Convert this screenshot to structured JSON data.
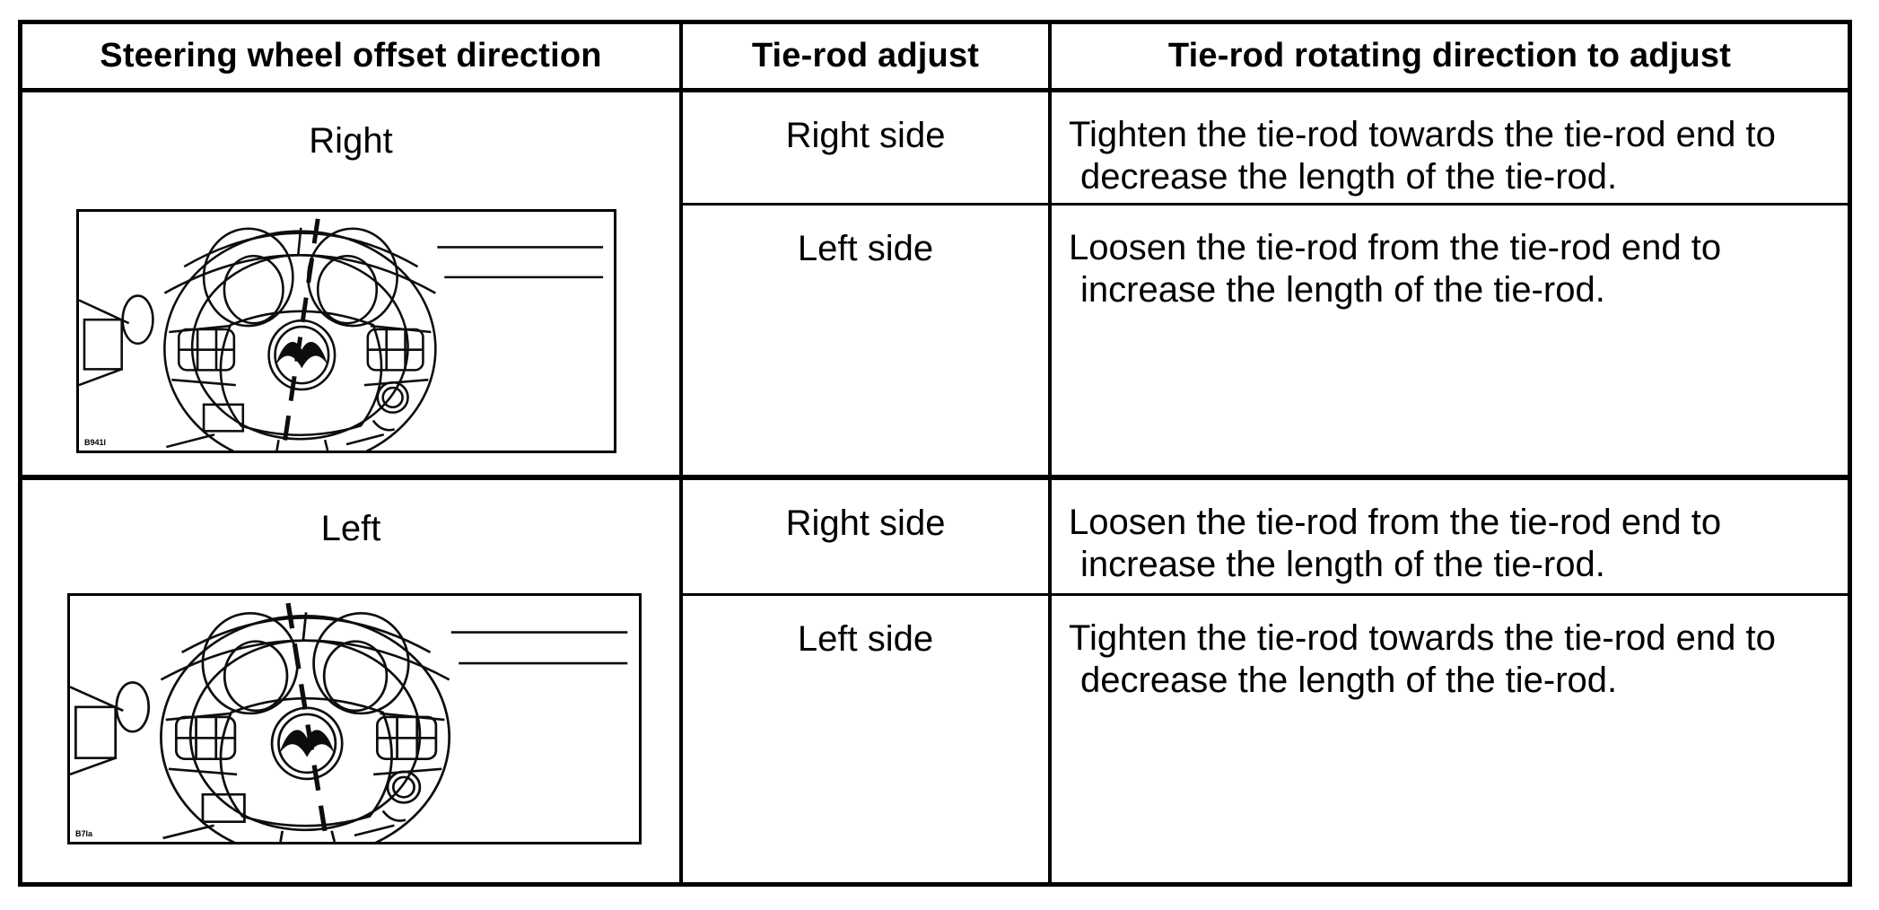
{
  "table": {
    "headers": [
      "Steering wheel offset direction",
      "Tie-rod adjust",
      "Tie-rod rotating direction to adjust"
    ],
    "rows": [
      {
        "offset_direction": "Right",
        "illustration": "steering-wheel-offset-right",
        "figure_code": "B941l",
        "adjustments": [
          {
            "side": "Right side",
            "action": "Tighten the tie-rod towards the tie-rod end to decrease the length of the tie-rod."
          },
          {
            "side": "Left side",
            "action": "Loosen the tie-rod from the tie-rod end to increase the length of the tie-rod."
          }
        ]
      },
      {
        "offset_direction": "Left",
        "illustration": "steering-wheel-offset-left",
        "figure_code": "B7la",
        "adjustments": [
          {
            "side": "Right side",
            "action": "Loosen the tie-rod from the tie-rod end to increase the length of the tie-rod."
          },
          {
            "side": "Left side",
            "action": "Tighten the tie-rod towards the tie-rod end to decrease the length of the tie-rod."
          }
        ]
      }
    ]
  },
  "colors": {
    "ink": "#000000",
    "paper": "#ffffff"
  }
}
